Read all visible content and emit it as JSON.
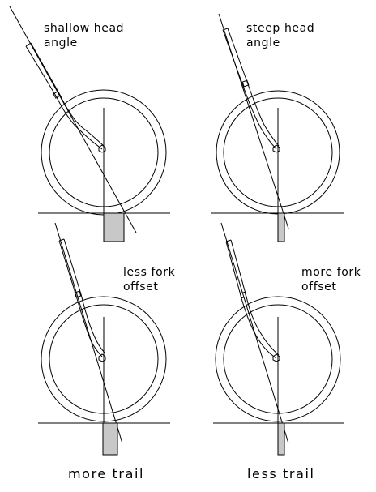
{
  "panels": [
    {
      "id": "shallow-head-angle",
      "label_line1": "shallow head",
      "label_line2": "angle"
    },
    {
      "id": "steep-head-angle",
      "label_line1": "steep head",
      "label_line2": "angle"
    },
    {
      "id": "less-fork-offset",
      "label_line1": "less fork",
      "label_line2": "offset"
    },
    {
      "id": "more-fork-offset",
      "label_line1": "more fork",
      "label_line2": "offset"
    }
  ],
  "captions": {
    "left": "more trail",
    "right": "less trail"
  },
  "colors": {
    "line": "#000000",
    "trail_fill": "#c8c8c8",
    "background": "#ffffff"
  }
}
